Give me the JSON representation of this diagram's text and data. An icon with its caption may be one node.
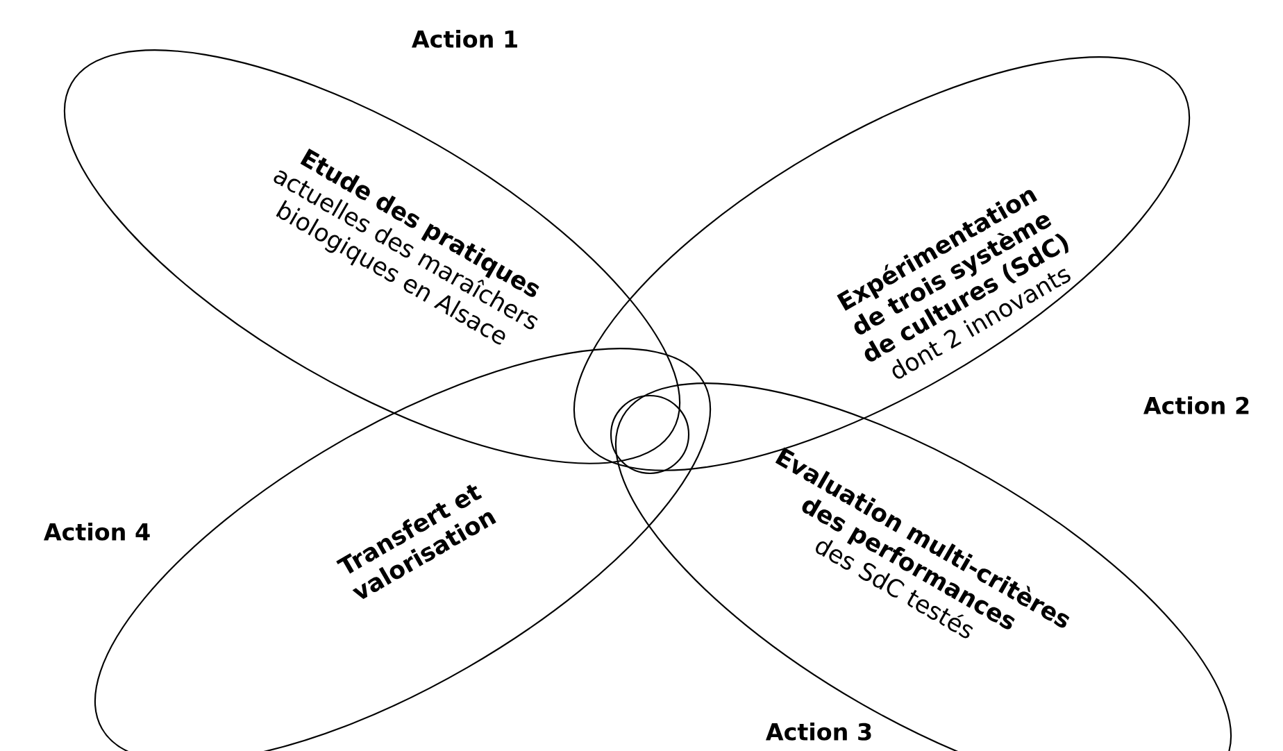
{
  "diagram": {
    "nodes": [
      {
        "text": [
          "Etude des pratiques",
          "actuelles des maraîchers biologiques en Alsace"
        ],
        "beside": [
          "Action 1"
        ]
      },
      {
        "text": [
          "**Expérimentation de trois système de cultures (SdC)** dont 2 innovants"
        ],
        "beside": [
          "Action 2"
        ]
      },
      {
        "text": [
          "**Evaluation multi-critères des performances** des SdC testés"
        ],
        "beside": [
          "Action 3"
        ]
      },
      {
        "text": [
          "Transfert et valorisation"
        ],
        "beside": [
          "Action 4"
        ]
      },
      {
        "text": [],
        "shape": "circle"
      }
    ],
    "edges": []
  }
}
